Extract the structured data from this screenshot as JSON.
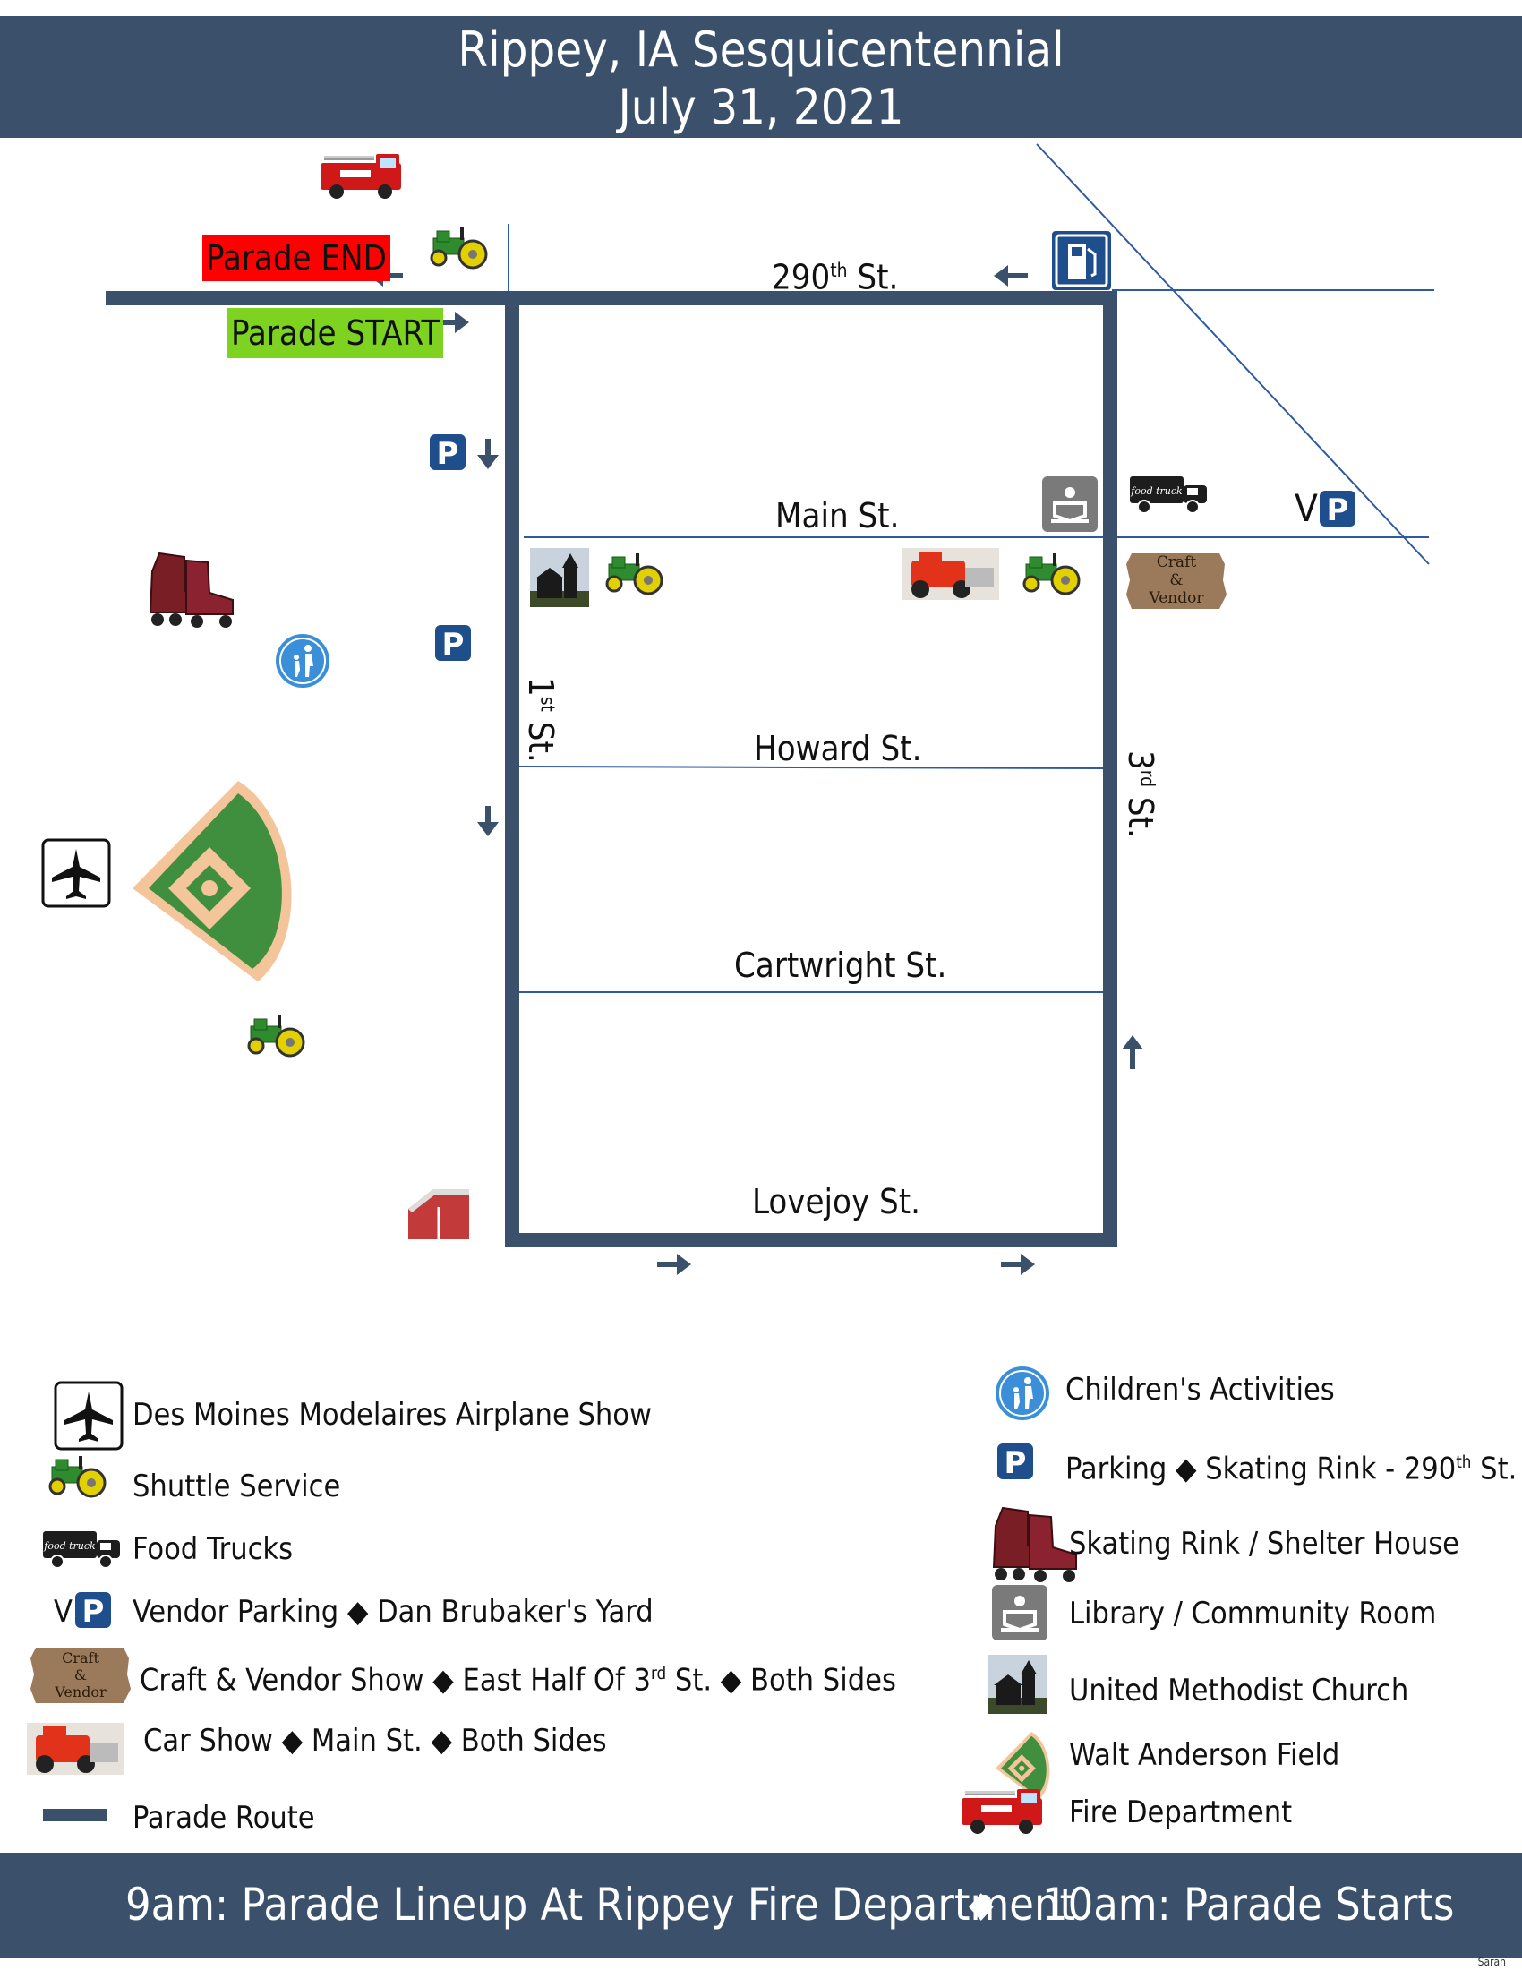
{
  "header": {
    "title_line1": "Rippey, IA  Sesquicentennial",
    "title_line2": "July 31, 2021"
  },
  "map": {
    "streets": {
      "st290": {
        "num": "290",
        "sup": "th",
        "suffix": " St."
      },
      "main": "Main St.",
      "howard": "Howard St.",
      "cartwright": "Cartwright St.",
      "lovejoy": "Lovejoy St.",
      "first": {
        "num": "1",
        "sup": "st",
        "suffix": " St."
      },
      "third": {
        "num": "3",
        "sup": "rd",
        "suffix": " St."
      }
    },
    "parade_end": "Parade END",
    "parade_start": "Parade START",
    "craft_sign": [
      "Craft",
      "&",
      "Vendor"
    ],
    "vp_letter": "V",
    "p_letter": "P",
    "food_truck_text": "food truck"
  },
  "legend": {
    "airplane": "Des Moines Modelaires Airplane Show",
    "shuttle": "Shuttle Service",
    "food_trucks": "Food Trucks",
    "vendor_parking": "Vendor Parking ◆ Dan Brubaker's Yard",
    "craft_show": {
      "pre": "Craft & Vendor Show ◆ East Half Of 3",
      "sup": "rd",
      "post": " St. ◆ Both Sides"
    },
    "car_show": "Car Show ◆ Main St. ◆ Both Sides",
    "parade_route": "Parade Route",
    "childrens": "Children's Activities",
    "parking": {
      "pre": "Parking ◆ Skating Rink - 290",
      "sup": "th",
      "post": " St."
    },
    "skating": "Skating Rink / Shelter House",
    "library": "Library / Community Room",
    "church": "United Methodist Church",
    "field": "Walt Anderson Field",
    "fire": "Fire Department"
  },
  "footer": {
    "left": "9am: Parade Lineup At Rippey Fire Department",
    "diamond": "◆",
    "right": "10am: Parade Starts"
  },
  "credit": "Sarah",
  "colors": {
    "route": "#3a506b",
    "street_line": "#2e5aa0",
    "parking": "#1f4e8c",
    "end_bg": "#ff0000",
    "start_bg": "#7ed321",
    "tractor": "#2e8b2e"
  }
}
